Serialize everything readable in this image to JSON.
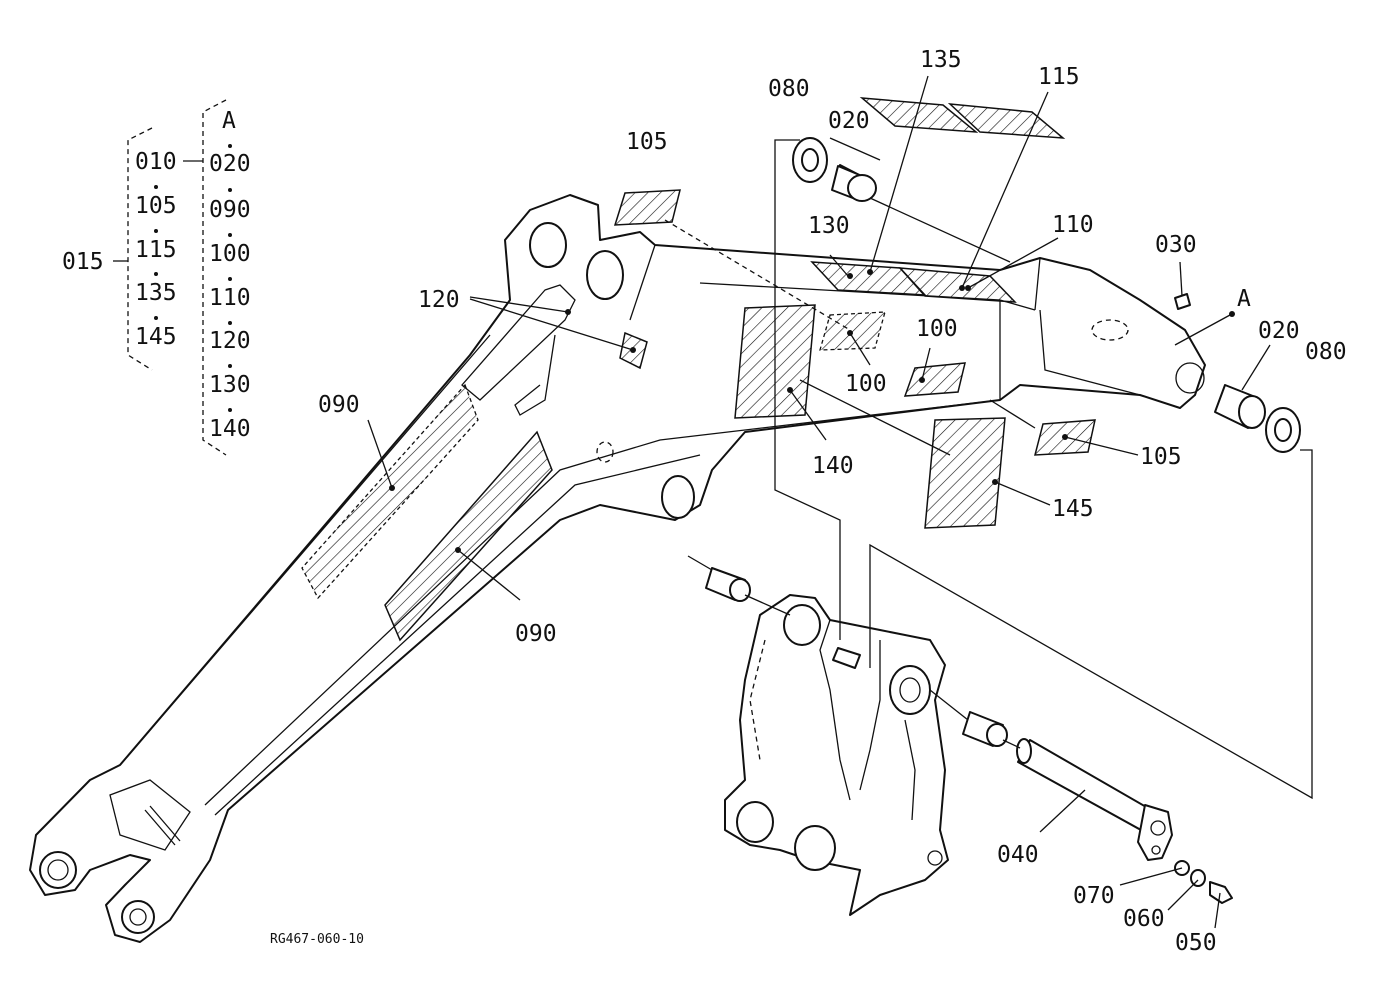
{
  "group_list": {
    "parent": "015",
    "left_column": [
      "010",
      "105",
      "115",
      "135",
      "145"
    ],
    "set_label": "A",
    "right_column": [
      "020",
      "090",
      "100",
      "110",
      "120",
      "130",
      "140"
    ]
  },
  "callouts": [
    {
      "id": "c135",
      "text": "135"
    },
    {
      "id": "c115",
      "text": "115"
    },
    {
      "id": "c080a",
      "text": "080"
    },
    {
      "id": "c020a",
      "text": "020"
    },
    {
      "id": "c105a",
      "text": "105"
    },
    {
      "id": "c130",
      "text": "130"
    },
    {
      "id": "c110",
      "text": "110"
    },
    {
      "id": "c030",
      "text": "030"
    },
    {
      "id": "cA",
      "text": "A"
    },
    {
      "id": "c020b",
      "text": "020"
    },
    {
      "id": "c080b",
      "text": "080"
    },
    {
      "id": "c120",
      "text": "120"
    },
    {
      "id": "c100a",
      "text": "100"
    },
    {
      "id": "c100b",
      "text": "100"
    },
    {
      "id": "c090a",
      "text": "090"
    },
    {
      "id": "c140",
      "text": "140"
    },
    {
      "id": "c105b",
      "text": "105"
    },
    {
      "id": "c145",
      "text": "145"
    },
    {
      "id": "c090b",
      "text": "090"
    },
    {
      "id": "c040",
      "text": "040"
    },
    {
      "id": "c070",
      "text": "070"
    },
    {
      "id": "c060",
      "text": "060"
    },
    {
      "id": "c050",
      "text": "050"
    }
  ],
  "drawing_code": "RG467-060-10"
}
